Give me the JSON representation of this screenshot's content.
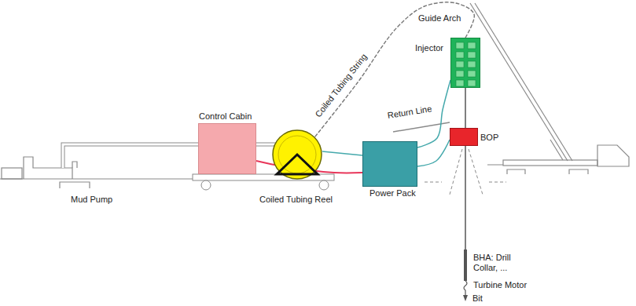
{
  "diagram": {
    "nodes": [
      {
        "text": [
          "Control Cabin"
        ]
      },
      {
        "text": [
          "Coiled Tubing Reel"
        ]
      },
      {
        "text": [
          "Power Pack"
        ]
      },
      {
        "text": [
          "Injector"
        ]
      },
      {
        "text": [
          "BOP"
        ]
      }
    ],
    "edges": [
      {
        "from": 0,
        "to": 2,
        "arrow": "none"
      },
      {
        "from": 1,
        "to": 2,
        "arrow": "none"
      },
      {
        "from": 2,
        "to": 3,
        "arrow": "none"
      },
      {
        "from": 2,
        "to": 4,
        "arrow": "none"
      },
      {
        "from": 1,
        "to": 3,
        "arrow": "none"
      }
    ],
    "labels": [
      "Guide Arch",
      "Coiled Tubing String",
      "Return Line",
      "Mud Pump",
      "BHA: Drill Collar, ...",
      "Turbine Motor",
      "Bit"
    ]
  }
}
